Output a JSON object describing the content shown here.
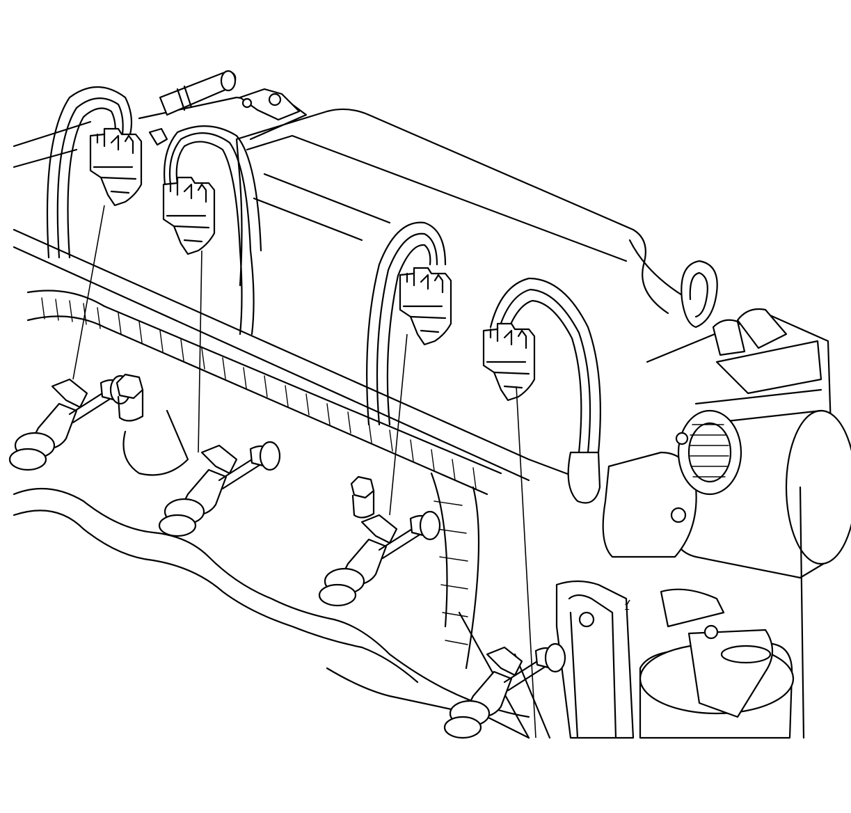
{
  "figure": {
    "background": "#ffffff",
    "line_color": "#000000",
    "callout_label": "1"
  },
  "harness_connectors": [
    {
      "id": "connector-1"
    },
    {
      "id": "connector-2"
    },
    {
      "id": "connector-3"
    },
    {
      "id": "connector-4"
    }
  ],
  "fuel_injectors": [
    {
      "id": "injector-1"
    },
    {
      "id": "injector-2"
    },
    {
      "id": "injector-3"
    },
    {
      "id": "injector-4"
    }
  ]
}
